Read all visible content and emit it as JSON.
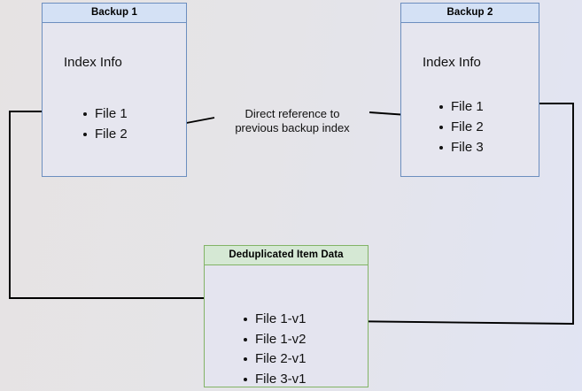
{
  "diagram": {
    "title": "Deduplicated backup index reference diagram",
    "colors": {
      "blue_border": "#6c8ebf",
      "blue_header": "#d4e1f5",
      "green_border": "#82b366",
      "green_header": "#d5e8d4",
      "node_fill": "#e6e6ef",
      "edge": "#000000",
      "background_left": "#e6e3e3",
      "background_right": "#e1e4f3"
    },
    "nodes": {
      "backup1": {
        "header": "Backup 1",
        "section_label": "Index Info",
        "items": [
          "File 1",
          "File 2"
        ]
      },
      "backup2": {
        "header": "Backup 2",
        "section_label": "Index Info",
        "items": [
          "File 1",
          "File 2",
          "File 3"
        ]
      },
      "dedup": {
        "header": "Deduplicated Item Data",
        "items": [
          "File 1-v1",
          "File 1-v2",
          "File 2-v1",
          "File 3-v1"
        ]
      }
    },
    "edges": {
      "direct_reference_label_line1": "Direct reference to",
      "direct_reference_label_line2": "previous backup index"
    }
  }
}
